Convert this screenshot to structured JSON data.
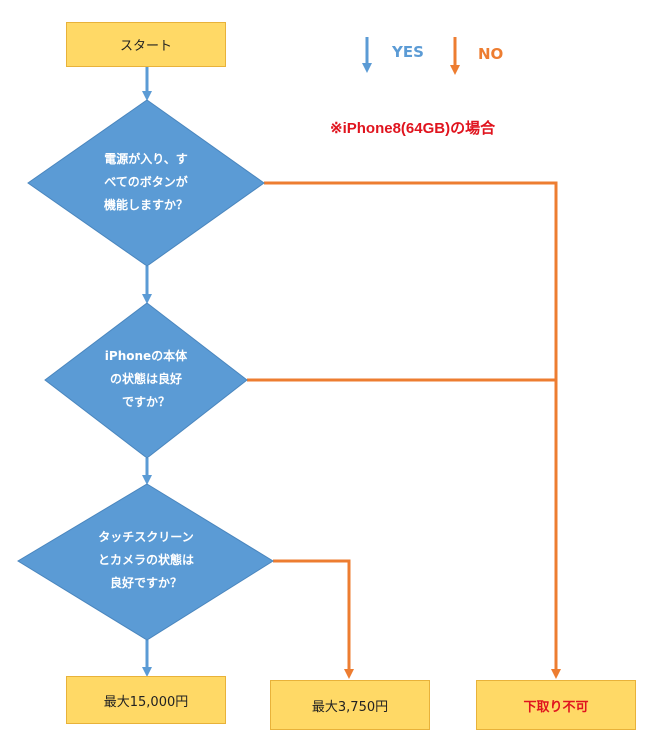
{
  "start": {
    "label": "スタート"
  },
  "legend": {
    "yes_label": "YES",
    "no_label": "NO"
  },
  "note": "※iPhone8(64GB)の場合",
  "decisions": [
    {
      "lines": [
        "電源が入り、す",
        "べてのボタンが",
        "機能しますか？"
      ]
    },
    {
      "lines": [
        "iPhoneの本体",
        "の状態は良好",
        "ですか？"
      ]
    },
    {
      "lines": [
        "タッチスクリーン",
        "とカメラの状態は",
        "良好ですか？"
      ]
    }
  ],
  "results": [
    {
      "label": "最大15,000円"
    },
    {
      "label": "最大3,750円"
    },
    {
      "label": "下取り不可"
    }
  ],
  "colors": {
    "yes": "#5B9BD5",
    "no": "#ED7D31",
    "box_fill": "#FFD966",
    "diamond_fill": "#5B9BD5",
    "note": "#E0141E"
  }
}
